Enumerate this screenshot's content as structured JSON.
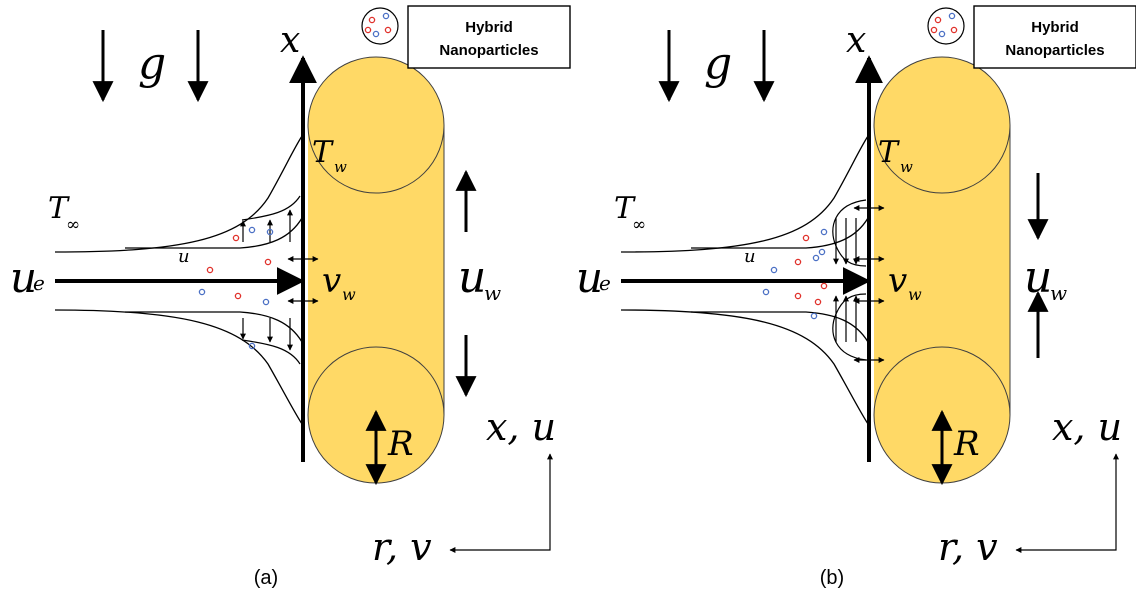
{
  "colors": {
    "cylinder_fill": "#FFD966",
    "cylinder_stroke": "#404040",
    "particle_red": "#e0302a",
    "particle_blue": "#4a6fc4",
    "ink": "#000000"
  },
  "legend": {
    "line1": "Hybrid",
    "line2": "Nanoparticles"
  },
  "panels": [
    {
      "caption": "(a)",
      "gravity": "g",
      "x_axis": "x",
      "T_wall": "T",
      "T_wall_sub": "w",
      "T_inf": "T",
      "T_inf_sub": "∞",
      "u_e": "u",
      "u_e_sub": "e",
      "u_profile": "u",
      "v_wall": "v",
      "v_wall_sub": "w",
      "u_wall": "u",
      "u_wall_sub": "w",
      "radius": "R",
      "coord_x": "x, u",
      "coord_r": "r, v",
      "wall_motion": "stretching"
    },
    {
      "caption": "(b)",
      "gravity": "g",
      "x_axis": "x",
      "T_wall": "T",
      "T_wall_sub": "w",
      "T_inf": "T",
      "T_inf_sub": "∞",
      "u_e": "u",
      "u_e_sub": "e",
      "u_profile": "u",
      "v_wall": "v",
      "v_wall_sub": "w",
      "u_wall": "u",
      "u_wall_sub": "w",
      "radius": "R",
      "coord_x": "x, u",
      "coord_r": "r, v",
      "wall_motion": "shrinking"
    }
  ]
}
